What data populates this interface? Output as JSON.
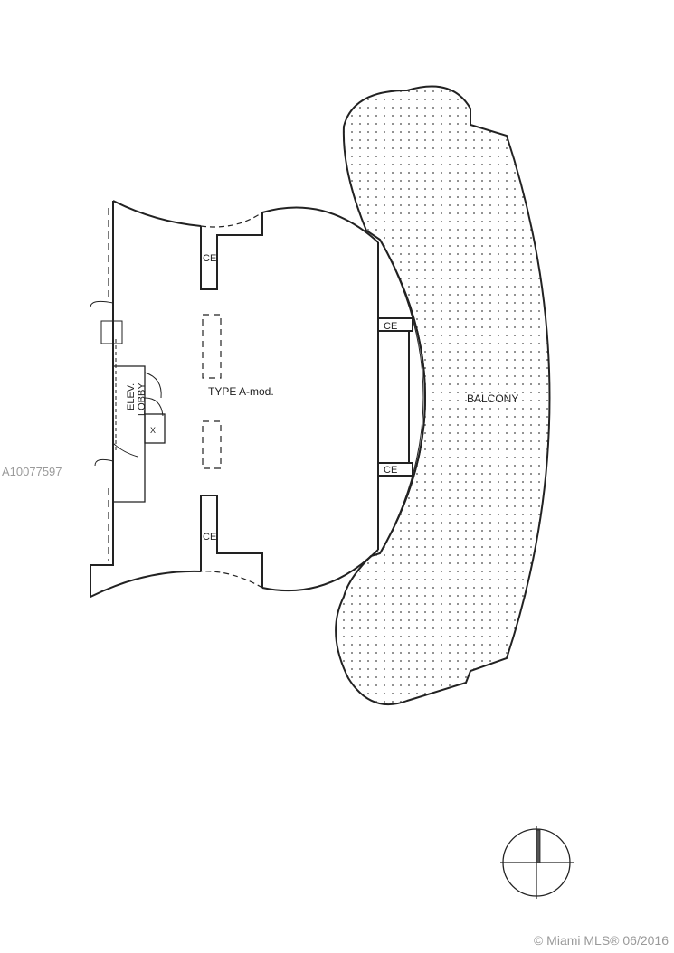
{
  "plan": {
    "unit_type": "TYPE A-mod.",
    "balcony": "BALCONY",
    "ce_labels": [
      "CE",
      "CE",
      "CE",
      "CE"
    ],
    "elev": "ELEV.",
    "lobby": "LOBBY",
    "trash": "X"
  },
  "watermark": {
    "listing_id": "A10077597",
    "copyright": "© Miami MLS® 06/2016"
  },
  "colors": {
    "line": "#222222",
    "watermark": "#9a9a9a"
  }
}
